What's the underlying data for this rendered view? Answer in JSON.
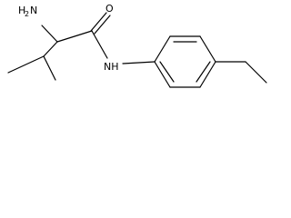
{
  "structure": {
    "atoms": {
      "amine": {
        "element": "H",
        "subscript": "2",
        "suffix": "N"
      },
      "carbonyl_oxygen": {
        "element": "O"
      },
      "amide_nitrogen": {
        "element": "NH"
      }
    }
  },
  "colors": {
    "bond": "#000000",
    "text": "#000000",
    "background": "#ffffff"
  }
}
